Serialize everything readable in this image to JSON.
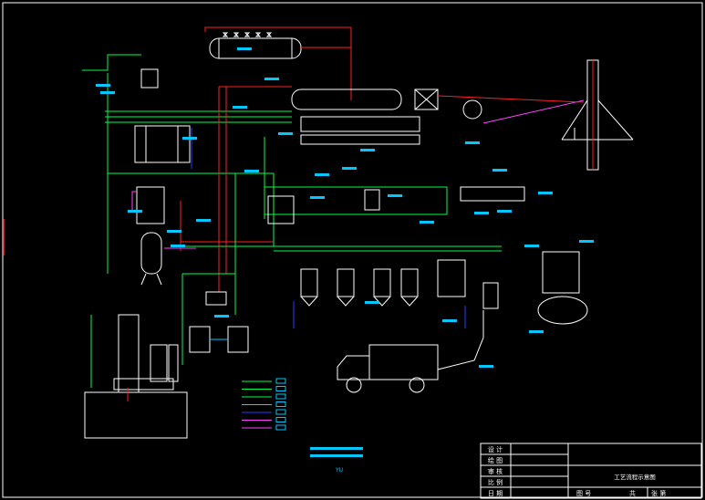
{
  "colors": {
    "background": "#000000",
    "frame": "#ffffff",
    "green_pipe": "#00ff40",
    "red_pipe": "#ff2020",
    "cyan_tag": "#00c8ff",
    "blue_pipe": "#2040ff",
    "magenta_pipe": "#ff40ff",
    "white_equipment": "#ffffff"
  },
  "legend_line_colors": [
    "#00ff40",
    "#00ff40",
    "#00ff40",
    "#00ff40",
    "#2040ff",
    "#ff40ff",
    "#ff40ff"
  ],
  "caption": "YU",
  "title_block": {
    "rows": [
      "设 计",
      "绘 图",
      "审 核",
      "比 例",
      "日 期"
    ],
    "drawing_title": "工艺流程示意图",
    "bottom_row": [
      "图 号",
      "共",
      "张 第"
    ]
  }
}
